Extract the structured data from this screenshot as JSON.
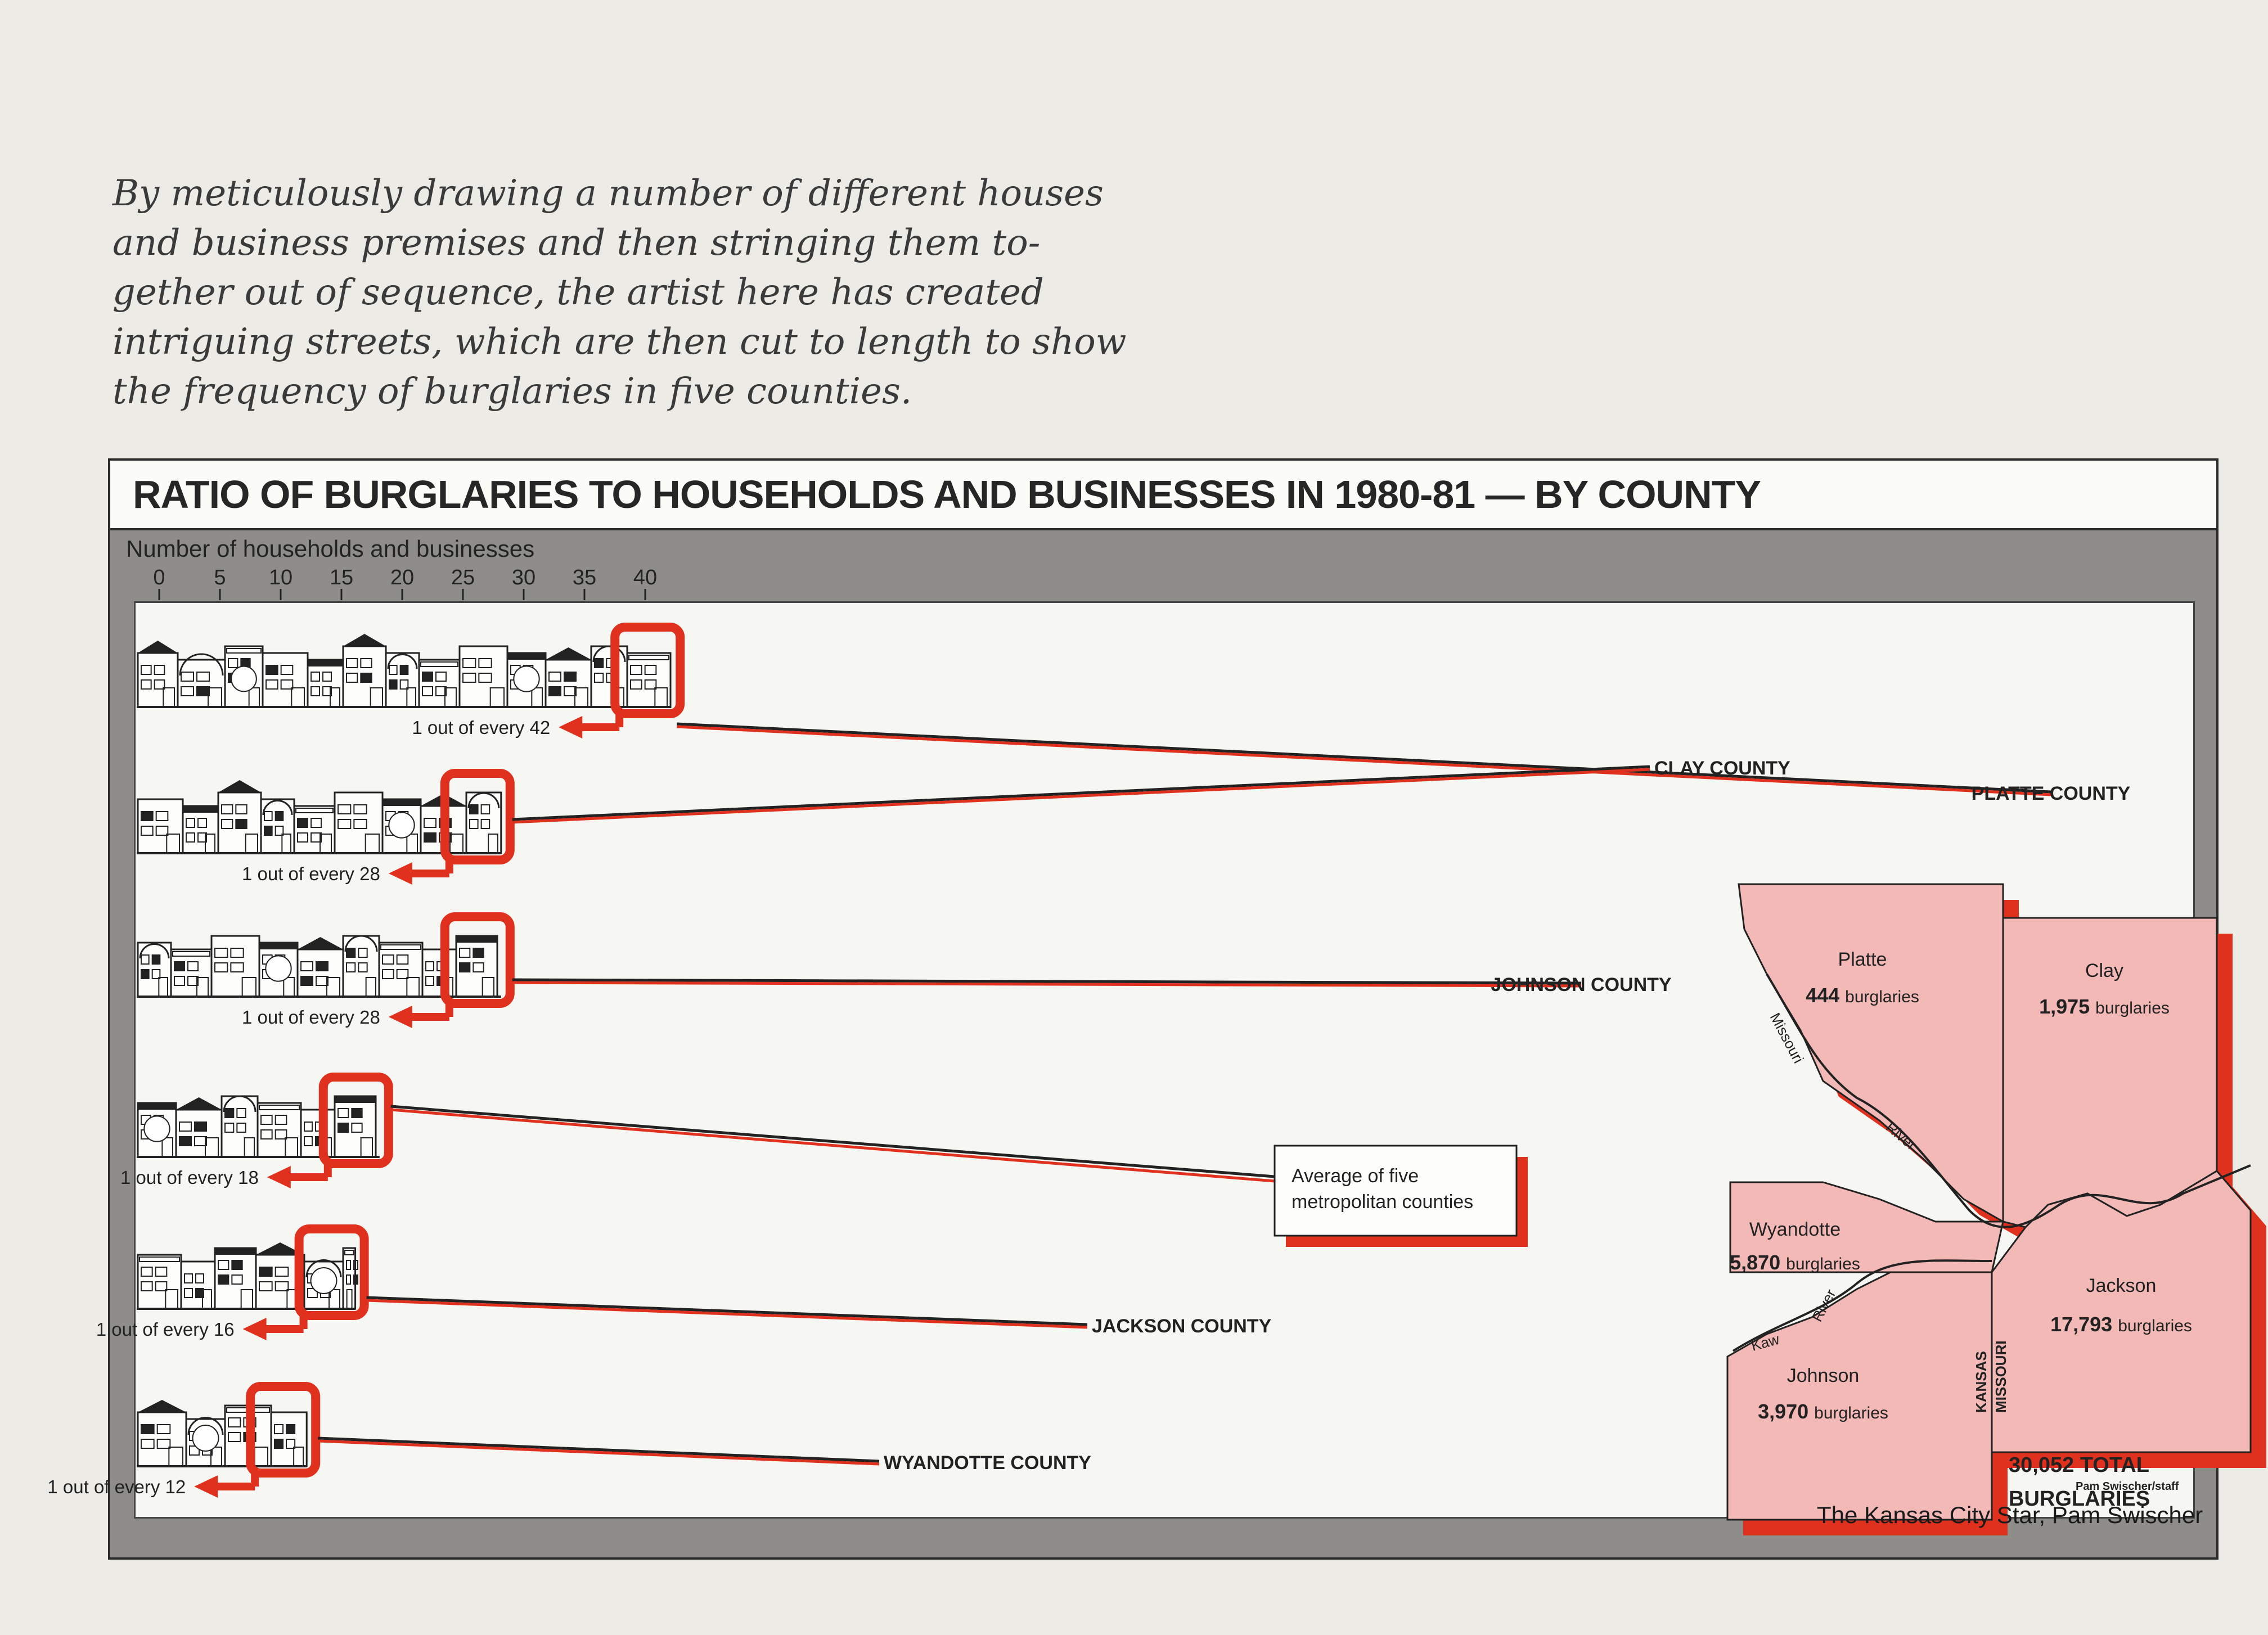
{
  "caption": "By meticulously drawing a number of different houses\nand business premises and then stringing them to-\ngether out of sequence, the artist here has created\nintriguing streets, which are then cut to length to show\nthe frequency of burglaries in five counties.",
  "chart_data": {
    "type": "bar",
    "title": "RATIO OF BURGLARIES TO HOUSEHOLDS AND BUSINESSES IN 1980-81 — BY COUNTY",
    "xlabel": "Number of households and businesses",
    "ylabel": "",
    "xlim": [
      0,
      42
    ],
    "xticks": [
      "0",
      "5",
      "10",
      "15",
      "20",
      "25",
      "30",
      "35",
      "40"
    ],
    "categories": [
      "PLATTE COUNTY",
      "CLAY COUNTY",
      "JOHNSON COUNTY",
      "Average of five metropolitan counties",
      "JACKSON COUNTY",
      "WYANDOTTE COUNTY"
    ],
    "values": [
      42,
      28,
      28,
      18,
      16,
      12
    ],
    "value_labels": [
      "1 out of every 42",
      "1 out of every 28",
      "1 out of every 28",
      "1 out of every 18",
      "1 out of every 16",
      "1 out of every 12"
    ],
    "average_label": "Average of five\nmetropolitan counties",
    "grid": false,
    "colors": {
      "highlight": "#e0301e",
      "ink": "#222222",
      "map_fill": "#f2b9b6",
      "frame": "#8e8d89"
    }
  },
  "map": {
    "counties": [
      {
        "name": "Platte",
        "burglaries": "444",
        "unit": "burglaries"
      },
      {
        "name": "Clay",
        "burglaries": "1,975",
        "unit": "burglaries"
      },
      {
        "name": "Wyandotte",
        "burglaries": "5,870",
        "unit": "burglaries"
      },
      {
        "name": "Jackson",
        "burglaries": "17,793",
        "unit": "burglaries"
      },
      {
        "name": "Johnson",
        "burglaries": "3,970",
        "unit": "burglaries"
      }
    ],
    "rivers": {
      "missouri": "Missouri",
      "river": "River",
      "kaw": "Kaw",
      "kaw_river": "River"
    },
    "states": {
      "kansas": "KANSAS",
      "missouri": "MISSOURI"
    },
    "total_line1": "30,052 TOTAL",
    "total_line2": "BURGLARIES"
  },
  "credit": "Pam Swischer/staff",
  "source": "The Kansas City Star, Pam Swischer"
}
